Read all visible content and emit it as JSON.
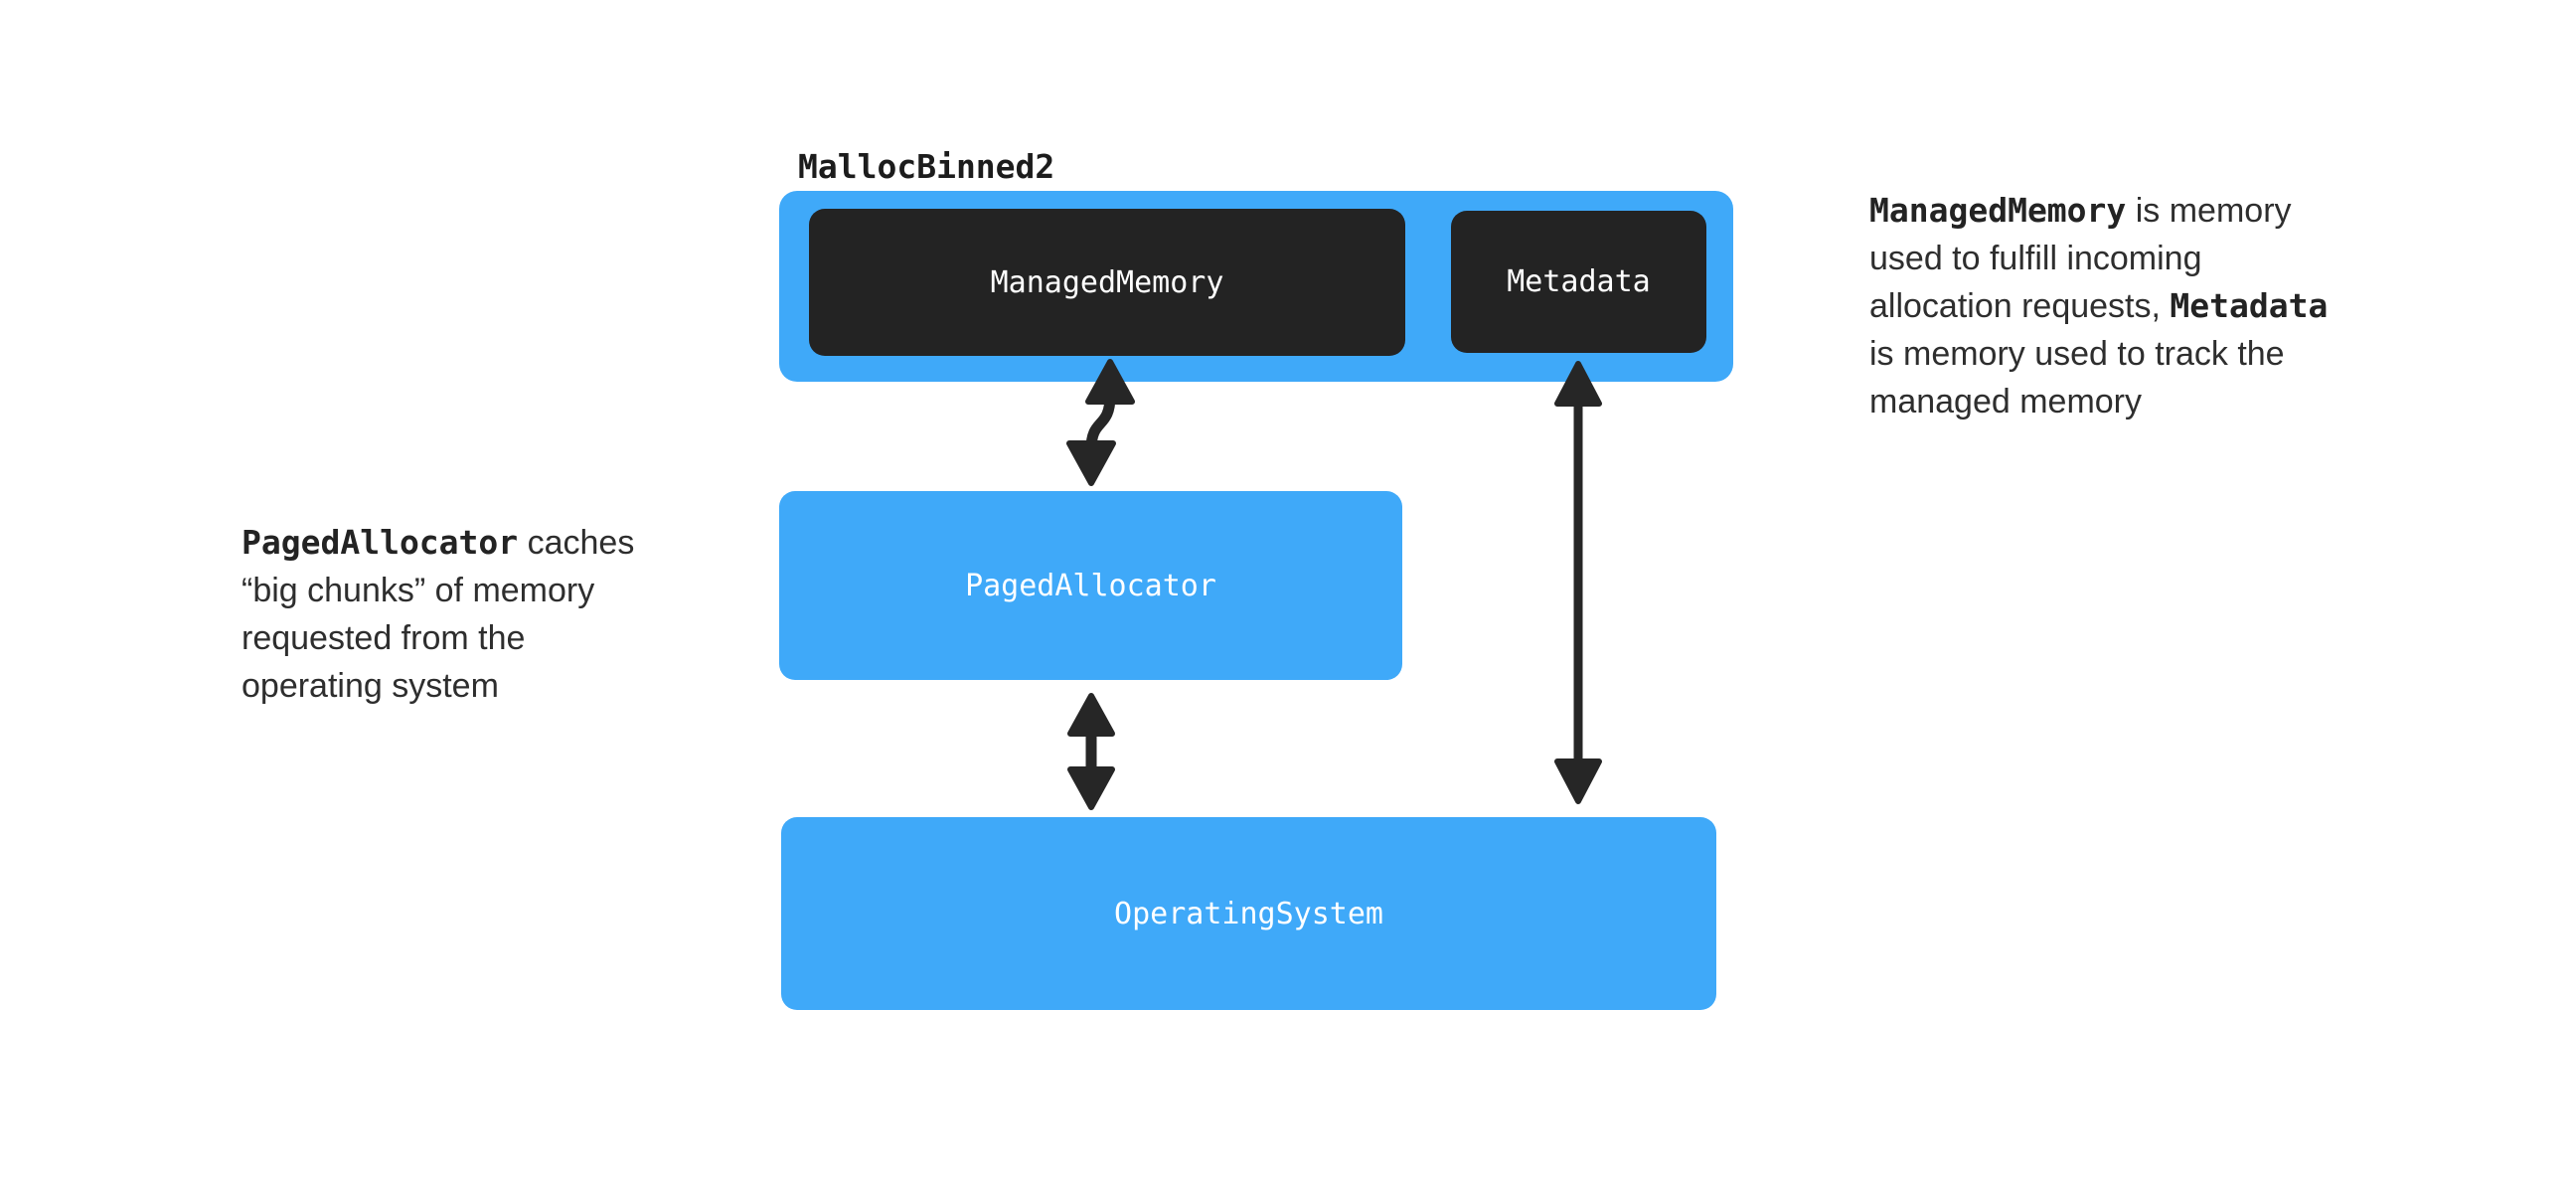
{
  "colors": {
    "background": "#ffffff",
    "node_blue": "#3fa9f9",
    "node_dark": "#232323",
    "arrow": "#262626",
    "title_text": "#1c1c1c",
    "body_text": "#2e2e2e",
    "node_label_text": "#ffffff"
  },
  "diagram": {
    "title": "MallocBinned2",
    "nodes": {
      "managed_memory": "ManagedMemory",
      "metadata": "Metadata",
      "paged_allocator": "PagedAllocator",
      "operating_system": "OperatingSystem"
    },
    "arrows": [
      {
        "name": "mallocbinned2-pagedallocator",
        "style": "s-curve double-headed"
      },
      {
        "name": "pagedallocator-operatingsystem",
        "style": "straight double-headed"
      },
      {
        "name": "metadata-operatingsystem",
        "style": "straight double-headed"
      }
    ]
  },
  "annotations": {
    "left": {
      "segments": [
        {
          "code": true,
          "text": "PagedAllocator"
        },
        {
          "code": false,
          "text": " caches “big chunks” of memory requested from the operating system"
        }
      ]
    },
    "right": {
      "segments": [
        {
          "code": true,
          "text": "ManagedMemory"
        },
        {
          "code": false,
          "text": " is memory used to fulfill incoming allocation requests, "
        },
        {
          "code": true,
          "text": "Metadata"
        },
        {
          "code": false,
          "text": " is memory used to track the managed memory"
        }
      ]
    }
  }
}
